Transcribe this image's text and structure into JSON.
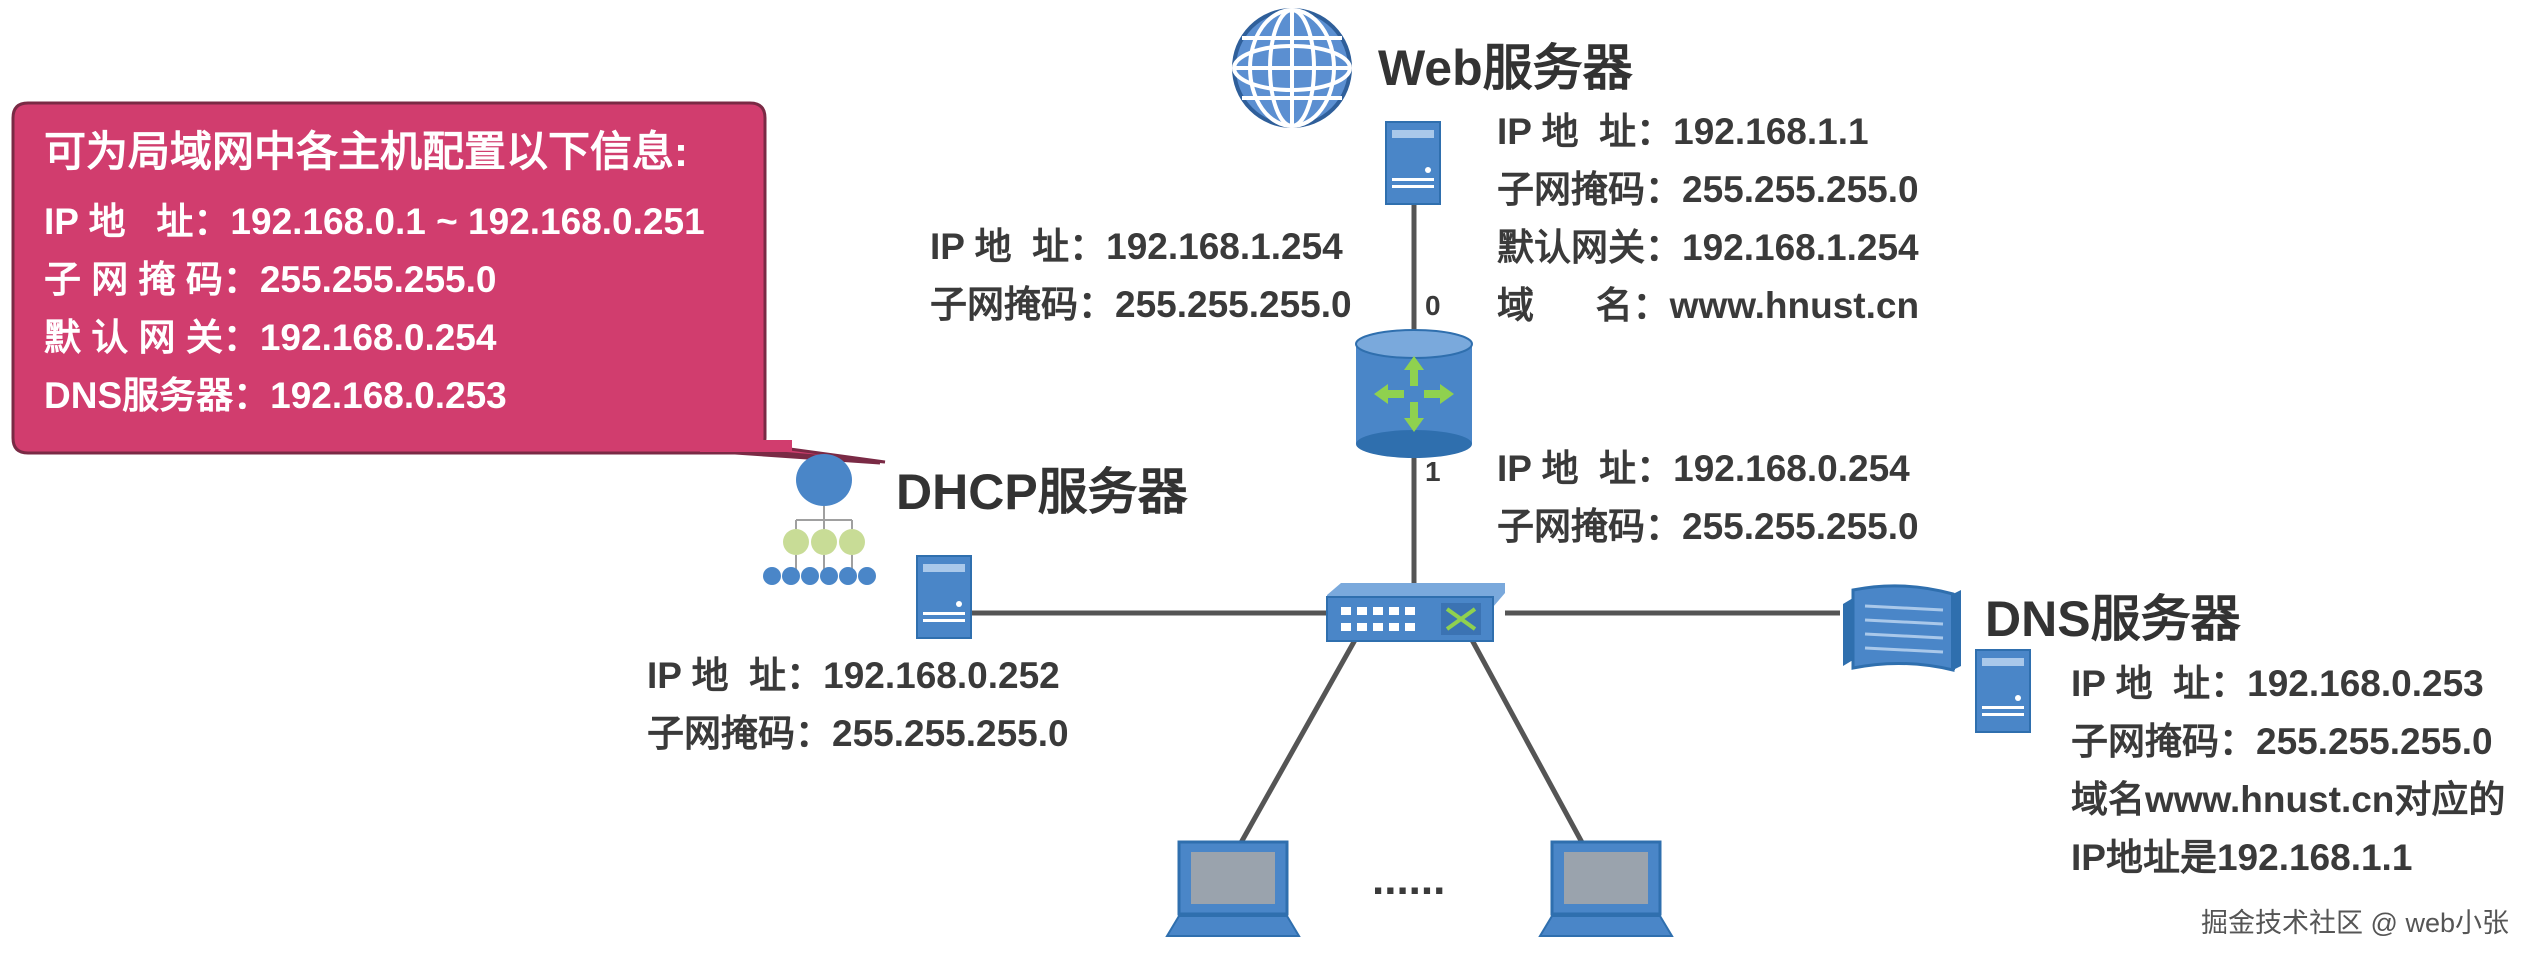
{
  "callout": {
    "title": "可为局域网中各主机配置以下信息:",
    "lines": [
      "IP 地   址：192.168.0.1 ~ 192.168.0.251",
      "子 网 掩 码：255.255.255.0",
      "默 认 网 关：192.168.0.254",
      "DNS服务器：192.168.0.253"
    ],
    "color": "#d13d6e"
  },
  "web_server": {
    "title": "Web服务器",
    "lines": [
      "IP 地  址：192.168.1.1",
      "子网掩码：255.255.255.0",
      "默认网关：192.168.1.254",
      "域      名：www.hnust.cn"
    ]
  },
  "router": {
    "port0": "0",
    "port1": "1",
    "port0_lines": [
      "IP 地  址：192.168.1.254",
      "子网掩码：255.255.255.0"
    ],
    "port1_lines": [
      "IP 地  址：192.168.0.254",
      "子网掩码：255.255.255.0"
    ]
  },
  "dhcp_server": {
    "title": "DHCP服务器",
    "lines": [
      "IP 地  址：192.168.0.252",
      "子网掩码：255.255.255.0"
    ]
  },
  "dns_server": {
    "title": "DNS服务器",
    "lines": [
      "IP 地  址：192.168.0.253",
      "子网掩码：255.255.255.0",
      "域名www.hnust.cn对应的",
      "IP地址是192.168.1.1"
    ]
  },
  "hosts": {
    "ellipsis": "......"
  },
  "watermark": "掘金技术社区 @ web小张",
  "colors": {
    "device_blue": "#4a86c8",
    "device_dark": "#2f6fae",
    "line": "#555555",
    "arrow_green": "#8fd14f"
  },
  "icons": [
    "globe-icon",
    "server-icon",
    "router-icon",
    "switch-icon",
    "network-tree-icon",
    "book-icon",
    "laptop-icon"
  ]
}
